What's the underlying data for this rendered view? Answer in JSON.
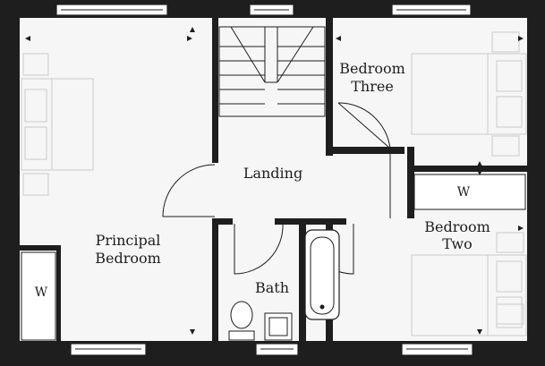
{
  "rooms": {
    "principal_bedroom": [
      "Principal",
      "Bedroom"
    ],
    "bedroom_three": [
      "Bedroom",
      "Three"
    ],
    "bedroom_two": [
      "Bedroom",
      "Two"
    ],
    "landing": "Landing",
    "bath": "Bath"
  },
  "wardrobes": {
    "principal": "W",
    "bedroom_two": "W"
  },
  "colors": {
    "wall": "#1e1e1e",
    "background": "#ffffff",
    "floor": "#f6f6f6",
    "furniture": "#c9c9c9"
  }
}
